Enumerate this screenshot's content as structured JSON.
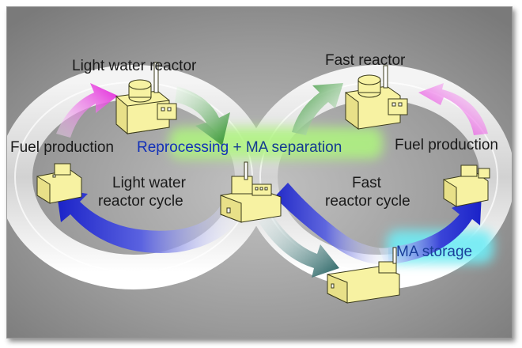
{
  "labels": {
    "light_water_reactor": "Light water reactor",
    "fast_reactor": "Fast reactor",
    "fuel_production_left": "Fuel production",
    "fuel_production_right": "Fuel production",
    "reprocessing": "Reprocessing",
    "ma_separation": " + MA separation",
    "lwr_cycle_line1": "Light water",
    "lwr_cycle_line2": "reactor cycle",
    "fr_cycle_line1": "Fast",
    "fr_cycle_line2": "reactor cycle",
    "ma_storage": "MA storage"
  },
  "colors": {
    "building": "#f7f2a2",
    "building_stroke": "#3a3a1a",
    "arrow_magenta": "#e21ad8",
    "arrow_green": "#2e9a2e",
    "arrow_blue": "#1a2ad8",
    "arrow_teal": "#2a6a6a",
    "glow_green": "#a8f27a",
    "glow_cyan": "#6fe8f2"
  }
}
